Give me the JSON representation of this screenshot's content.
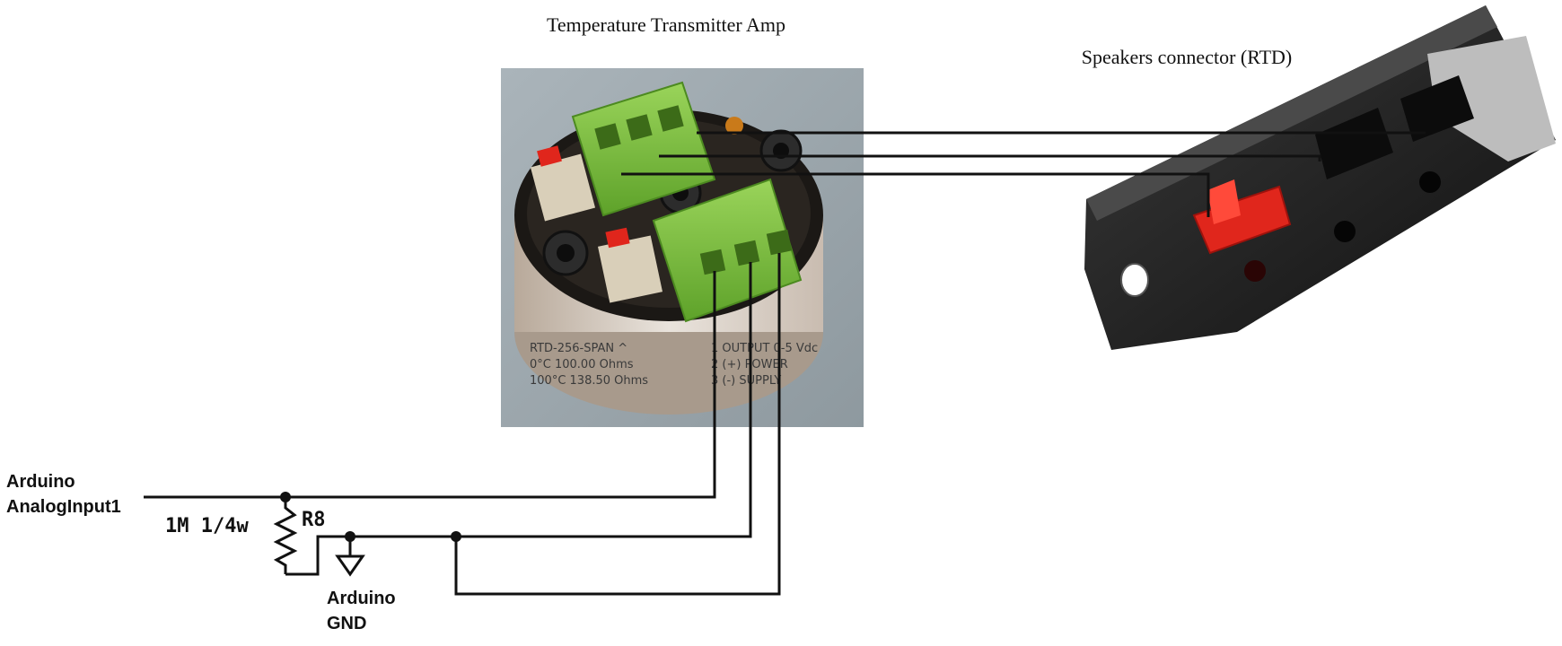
{
  "titles": {
    "amp": "Temperature Transmitter Amp",
    "connector": "Speakers connector (RTD)"
  },
  "amp_label": {
    "line1": "RTD-256-SPAN ^",
    "line2": "0°C 100.00 Ohms",
    "line3": "100°C 138.50 Ohms",
    "right1": "1 OUTPUT 0-5 Vdc",
    "right2": "2 (+) POWER",
    "right3": "3 (-) SUPPLY"
  },
  "schematic": {
    "analog_line1": "Arduino",
    "analog_line2": "AnalogInput1",
    "resistor_value": "1M 1/4w",
    "resistor_ref": "R8",
    "gnd_line1": "Arduino",
    "gnd_line2": "GND"
  },
  "colors": {
    "wire": "#111111",
    "terminal_green": "#7cc03a",
    "spring_red": "#e0261c",
    "photo_bg": "#9aa5ab",
    "connector_body": "#1e1e1e"
  }
}
